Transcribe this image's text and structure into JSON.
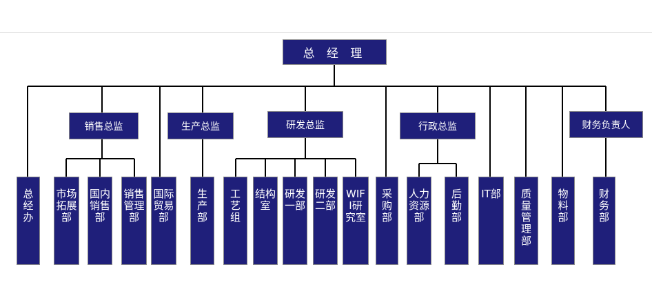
{
  "chart": {
    "top": {
      "label": "总 经 理"
    },
    "directors": [
      {
        "id": "sales",
        "label": "销售总监"
      },
      {
        "id": "production",
        "label": "生产总监"
      },
      {
        "id": "rnd",
        "label": "研发总监"
      },
      {
        "id": "admin",
        "label": "行政总监"
      },
      {
        "id": "finance",
        "label": "财务负责人"
      }
    ],
    "units": [
      {
        "id": "gm-office",
        "label": "总经办"
      },
      {
        "id": "market-dev",
        "label": "市场拓展部"
      },
      {
        "id": "domestic-sales",
        "label": "国内销售部"
      },
      {
        "id": "sales-mgmt",
        "label": "销售管理部"
      },
      {
        "id": "intl-trade",
        "label": "国际贸易部"
      },
      {
        "id": "production-dept",
        "label": "生产部"
      },
      {
        "id": "process-group",
        "label": "工艺组"
      },
      {
        "id": "structure-room",
        "label": "结构室"
      },
      {
        "id": "rnd-1",
        "label": "研发一部"
      },
      {
        "id": "rnd-2",
        "label": "研发二部"
      },
      {
        "id": "wifi-lab",
        "label": "WIFI研究室"
      },
      {
        "id": "purchasing",
        "label": "采购部"
      },
      {
        "id": "hr",
        "label": "人力资源部"
      },
      {
        "id": "logistics",
        "label": "后勤部"
      },
      {
        "id": "it",
        "label": "IT部"
      },
      {
        "id": "qm",
        "label": "质量管理部"
      },
      {
        "id": "materials",
        "label": "物料部"
      },
      {
        "id": "finance-dept",
        "label": "财务部"
      }
    ]
  }
}
